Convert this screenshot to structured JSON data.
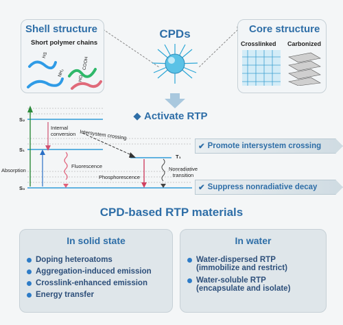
{
  "shell": {
    "title": "Shell structure",
    "subtitle": "Short polymer chains",
    "labels": [
      "HS",
      "COOH",
      "NH₂",
      "HO"
    ]
  },
  "core": {
    "title": "Core structure",
    "crosslinked": "Crosslinked",
    "carbonized": "Carbonized"
  },
  "cpds": "CPDs",
  "activate": "Activate RTP",
  "energy": {
    "s2": "S₂",
    "s1": "S₁",
    "s0": "S₀",
    "t1": "T₁",
    "internal_conversion": "Internal conversion",
    "isc": "Intersystem crossing",
    "absorption": "Absorption",
    "fluorescence": "Fluorescence",
    "phosphorescence": "Phosphorescence",
    "nonradiative": "Nonradiative transition"
  },
  "banners": {
    "promote": "Promote intersystem crossing",
    "suppress": "Suppress nonradiative decay"
  },
  "materials_title": "CPD-based RTP materials",
  "solid": {
    "title": "In solid state",
    "items": [
      "Doping heteroatoms",
      "Aggregation-induced emission",
      "Crosslink-enhanced emission",
      "Energy transfer"
    ]
  },
  "water": {
    "title": "In water",
    "items": [
      {
        "line1": "Water-dispersed RTP",
        "line2": "(immobilize and restrict)"
      },
      {
        "line1": "Water-soluble RTP",
        "line2": "(encapsulate and isolate)"
      }
    ]
  },
  "colors": {
    "accent": "#2e6ea7",
    "bullet": "#2e7cc7",
    "panel": "#dfe6ea"
  }
}
